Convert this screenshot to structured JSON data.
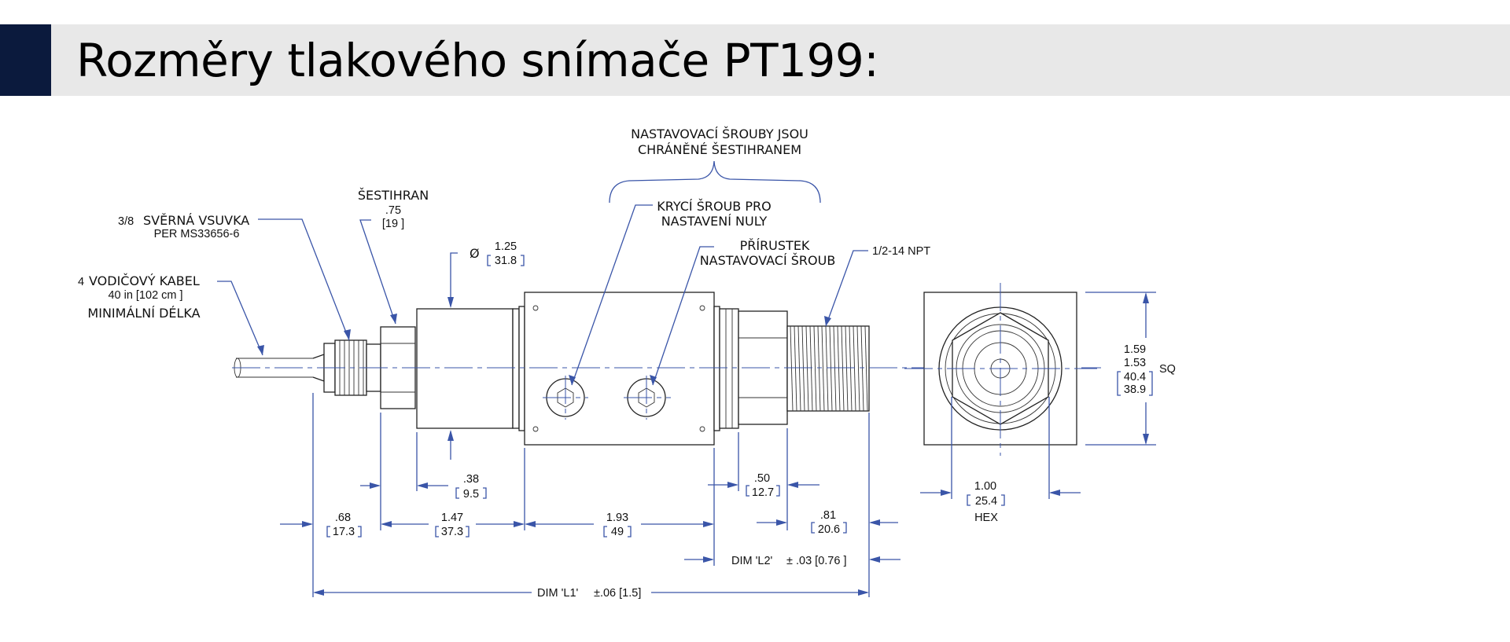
{
  "title": "Rozměry tlakového snímače PT199:",
  "colors": {
    "accent": "#0b1a3d",
    "title_bar": "#e8e8e8",
    "dimension_lines": "#3a55a8"
  },
  "callouts": {
    "set_screws_1": "NASTAVOVACÍ ŠROUBY JSOU",
    "set_screws_2": "CHRÁNĚNÉ ŠESTIHRANEM",
    "zero_screw_1": "KRYCÍ ŠROUB PRO",
    "zero_screw_2": "NASTAVENÍ NULY",
    "span_screw_1": "PŘÍRUSTEK",
    "span_screw_2": "NASTAVOVACÍ ŠROUB",
    "npt": "1/2-14 NPT",
    "hex_label": "ŠESTIHRAN",
    "hex_in": ".75",
    "hex_mm": "[19 ]",
    "fitting_size": "3/8",
    "fitting_name": "SVĚRNÁ VSUVKA",
    "fitting_spec": "PER MS33656-6",
    "cable_count": "4",
    "cable_name": "VODIČOVÝ KABEL",
    "cable_length": "40 in [102 cm ]",
    "cable_min": "MINIMÁLNÍ DÉLKA",
    "dia_symbol": "Ø",
    "dia_in": "1.25",
    "dia_mm": "31.8"
  },
  "dimensions": {
    "d038_in": ".38",
    "d038_mm": "9.5",
    "d068_in": ".68",
    "d068_mm": "17.3",
    "d147_in": "1.47",
    "d147_mm": "37.3",
    "d193_in": "1.93",
    "d193_mm": "49",
    "d050_in": ".50",
    "d050_mm": "12.7",
    "d081_in": ".81",
    "d081_mm": "20.6",
    "l2_label": "DIM 'L2'",
    "l2_tol": "± .03 [0.76 ]",
    "l1_label": "DIM 'L1'",
    "l1_tol": "±.06 [1.5]",
    "hex_in": "1.00",
    "hex_mm": "25.4",
    "hex_label": "HEX",
    "sq_max_in": "1.59",
    "sq_min_in": "1.53",
    "sq_max_mm": "40.4",
    "sq_min_mm": "38.9",
    "sq_label": "SQ"
  }
}
